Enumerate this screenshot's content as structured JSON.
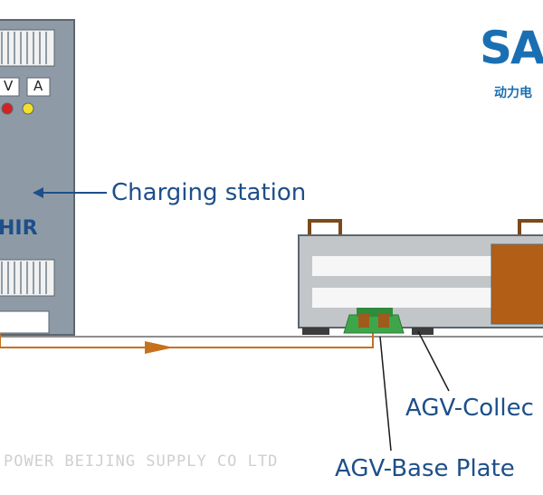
{
  "station": {
    "meter_v": "V",
    "meter_a": "A",
    "brand_text": "HIR"
  },
  "labels": {
    "charging_station": "Charging station",
    "agv_collector": "AGV-Collec",
    "agv_base_plate": "AGV-Base Plate"
  },
  "logo": {
    "mark": "SA",
    "subtitle": "动力电"
  },
  "watermark": "POWER  BEIJING SUPPLY CO LTD",
  "colors": {
    "station_gray": "#8e9ba6",
    "arrow_blue": "#1d4f8a",
    "cable_orange": "#c7711c",
    "agv_brown": "#b35e16",
    "rail_green": "#3fa54a"
  }
}
